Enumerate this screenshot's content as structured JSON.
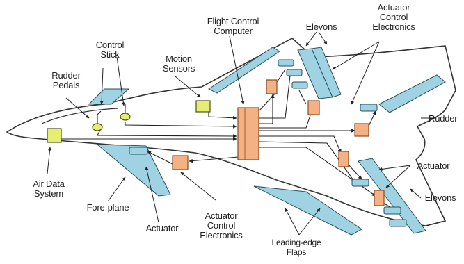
{
  "labels": {
    "flight_control_computer": [
      "Flight Control",
      "Computer"
    ],
    "elevons_top": "Elevons",
    "actuator_control_electronics_top": [
      "Actuator",
      "Control",
      "Electronics"
    ],
    "control_stick": [
      "Control",
      "Stick"
    ],
    "motion_sensors": [
      "Motion",
      "Sensors"
    ],
    "rudder_pedals": [
      "Rudder",
      "Pedals"
    ],
    "rudder": "Rudder",
    "actuator_right": "Actuator",
    "elevons_bottom": "Elevons",
    "air_data_system": [
      "Air Data",
      "System"
    ],
    "fore_plane": "Fore-plane",
    "actuator_bottom": "Actuator",
    "actuator_control_electronics_bottom": [
      "Actuator",
      "Control",
      "Electronics"
    ],
    "leading_edge_flaps": [
      "Leading-edge",
      "Flaps"
    ]
  },
  "colors": {
    "surface_fill": "#9fd3e4",
    "surface_stroke": "#2a4f5a",
    "electronics_fill": "#f4b183",
    "electronics_stroke": "#8a4a22",
    "sensor_fill": "#e6ee72",
    "sensor_stroke": "#4b5212",
    "outline": "#333333"
  }
}
